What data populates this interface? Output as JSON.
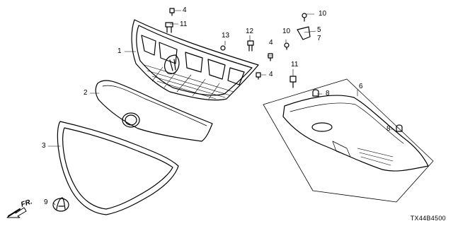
{
  "diagram": {
    "code": "TX44B4500",
    "direction_label": "FR.",
    "callouts": [
      "1",
      "2",
      "3",
      "4",
      "4",
      "4",
      "5",
      "6",
      "7",
      "8",
      "8",
      "9",
      "10",
      "10",
      "11",
      "11",
      "12",
      "13"
    ]
  },
  "icons": {
    "front_arrow": "arrow-lower-left-icon",
    "emblem": "acura-emblem-icon"
  }
}
